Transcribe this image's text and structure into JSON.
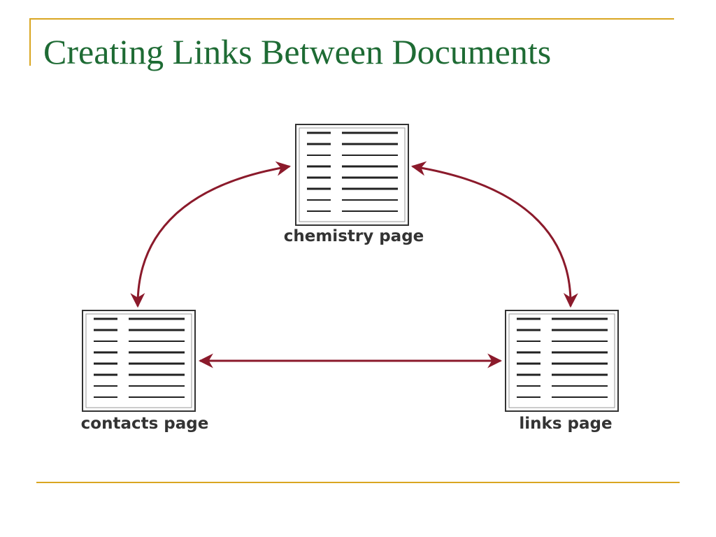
{
  "slide": {
    "title": "Creating Links Between Documents",
    "colors": {
      "title": "#1E6B34",
      "accent": "#D9A621",
      "arrow": "#8B1A2B",
      "doc": "#222222"
    }
  },
  "diagram": {
    "nodes": [
      {
        "id": "chemistry",
        "label": "chemistry page"
      },
      {
        "id": "contacts",
        "label": "contacts page"
      },
      {
        "id": "links",
        "label": "links page"
      }
    ],
    "edges": [
      {
        "from": "chemistry",
        "to": "contacts",
        "direction": "both"
      },
      {
        "from": "chemistry",
        "to": "links",
        "direction": "both"
      },
      {
        "from": "contacts",
        "to": "links",
        "direction": "both"
      }
    ]
  }
}
